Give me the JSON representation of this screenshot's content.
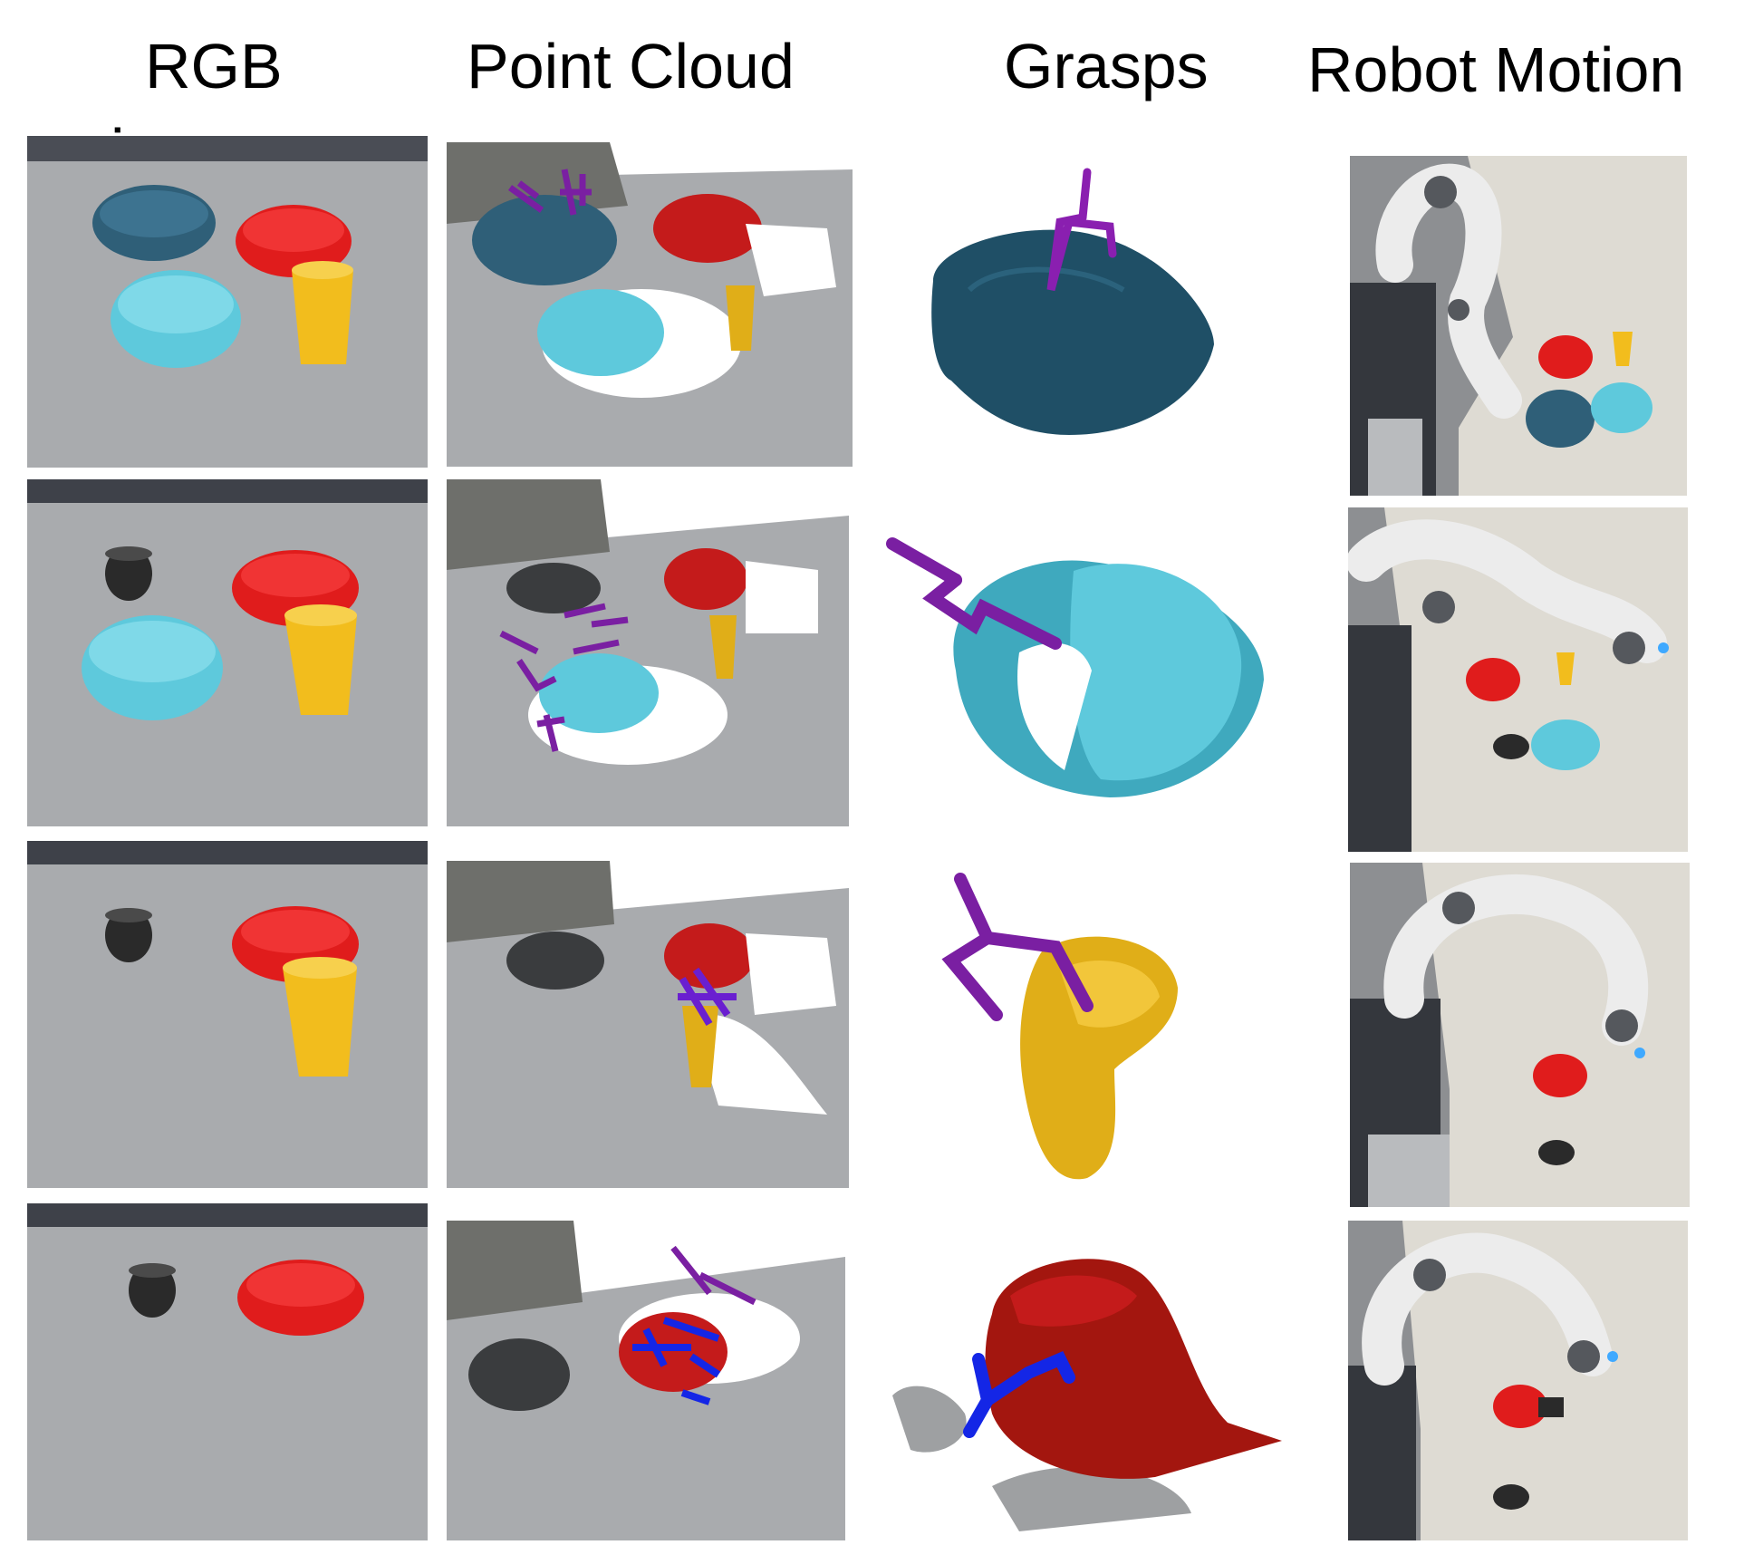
{
  "headers": {
    "rgb_line1": "RGB",
    "rgb_line2": "images",
    "point_cloud": "Point Cloud",
    "grasps": "Grasps",
    "robot_motion": "Robot Motion"
  },
  "colors": {
    "table_gray": "#a9abae",
    "dark_bowl": "#2f5f78",
    "light_bowl": "#5ec9dc",
    "red_bowl": "#e01c1c",
    "yellow_cup": "#f2bd1d",
    "black_cup": "#2a2a2a",
    "grasp_purple": "#7a1fa2",
    "grasp_blue": "#1426e6",
    "robot_white": "#ececec",
    "robot_dark": "#55585d",
    "table_beige": "#dedbd3"
  }
}
